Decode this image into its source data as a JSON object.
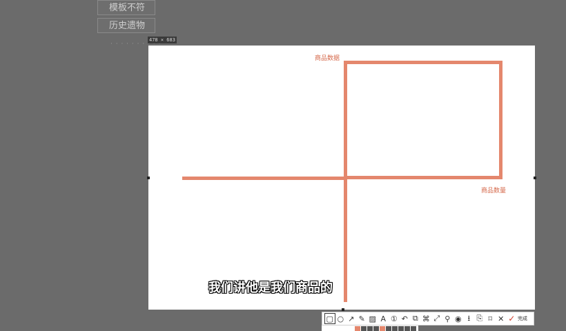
{
  "context_menu": {
    "items": [
      "模板不符",
      "历史遗物"
    ]
  },
  "selection": {
    "size_label": "478 × 683",
    "dots": "· · · · · · · · · ·"
  },
  "drawing": {
    "y_axis_label": "商品数据",
    "x_axis_label": "商品数量",
    "stroke_color": "#e4876d"
  },
  "subtitle": "我们讲他是我们商品的",
  "toolbar": {
    "tools": [
      {
        "name": "rectangle-tool",
        "glyph": "▢",
        "active": true
      },
      {
        "name": "ellipse-tool",
        "glyph": "○"
      },
      {
        "name": "arrow-tool",
        "glyph": "↗"
      },
      {
        "name": "pencil-tool",
        "glyph": "✎"
      },
      {
        "name": "mosaic-tool",
        "glyph": "▨"
      },
      {
        "name": "text-tool",
        "glyph": "A"
      },
      {
        "name": "number-tool",
        "glyph": "①"
      },
      {
        "name": "undo-tool",
        "glyph": "↶"
      },
      {
        "name": "ocr-tool",
        "glyph": "⧉"
      },
      {
        "name": "translate-tool",
        "glyph": "⌘"
      },
      {
        "name": "scroll-capture-tool",
        "glyph": "⤢"
      },
      {
        "name": "pin-tool",
        "glyph": "⚲"
      },
      {
        "name": "record-tool",
        "glyph": "◉"
      },
      {
        "name": "save-tool",
        "glyph": "⭳"
      },
      {
        "name": "copy-tool",
        "glyph": "⎘"
      },
      {
        "name": "bookmark-tool",
        "glyph": "⌑"
      },
      {
        "name": "cancel-tool",
        "glyph": "✕"
      }
    ],
    "done_glyph": "✓",
    "done_label": "完成"
  },
  "palette": {
    "colors": [
      "#e4876d",
      "#555555",
      "#555555",
      "#555555",
      "#e4876d",
      "#555555",
      "#555555",
      "#555555",
      "#555555",
      "#555555"
    ]
  }
}
